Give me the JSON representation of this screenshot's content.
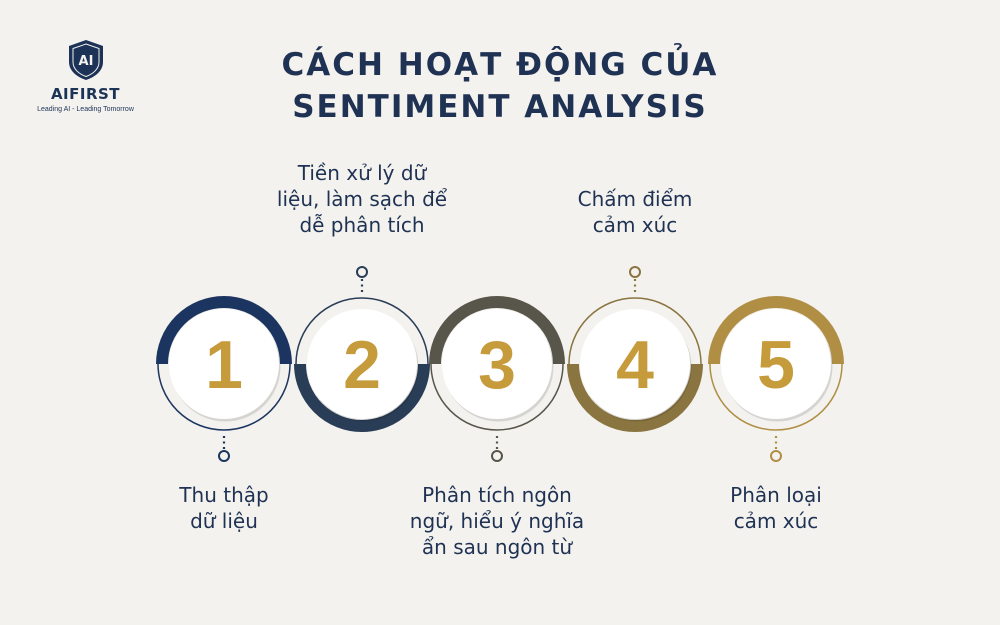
{
  "logo": {
    "mark": "AI",
    "name": "AIFIRST",
    "tagline": "Leading AI - Leading Tomorrow"
  },
  "title": {
    "line1": "CÁCH HOẠT ĐỘNG CỦA",
    "line2": "SENTIMENT ANALYSIS"
  },
  "steps": [
    {
      "number": "1",
      "label": [
        "Thu thập",
        "dữ liệu"
      ],
      "position": "below",
      "ring_color": "#1c3560"
    },
    {
      "number": "2",
      "label": [
        "Tiền xử lý dữ",
        "liệu, làm sạch để",
        "dễ phân tích"
      ],
      "position": "above",
      "ring_color": "#2a3d57"
    },
    {
      "number": "3",
      "label": [
        "Phân tích ngôn",
        "ngữ, hiểu ý nghĩa",
        "ẩn sau ngôn từ"
      ],
      "position": "below",
      "ring_color": "#58564a"
    },
    {
      "number": "4",
      "label": [
        "Chấm điểm",
        "cảm xúc"
      ],
      "position": "above",
      "ring_color": "#8a7440"
    },
    {
      "number": "5",
      "label": [
        "Phân loại",
        "cảm xúc"
      ],
      "position": "below",
      "ring_color": "#b08f45"
    }
  ],
  "colors": {
    "background": "#f3f2ee",
    "title": "#1f3253",
    "number": "#c69b3b"
  }
}
